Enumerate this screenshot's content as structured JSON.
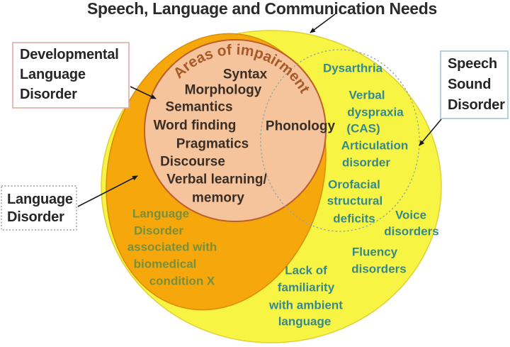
{
  "title": "Speech, Language and Communication Needs",
  "callouts": {
    "dld": {
      "lines": [
        "Developmental",
        "Language",
        "Disorder"
      ]
    },
    "ld": {
      "lines": [
        "Language",
        "Disorder"
      ]
    },
    "ssd": {
      "lines": [
        "Speech",
        "Sound",
        "Disorder"
      ]
    }
  },
  "venn": {
    "areas_heading": "Areas of impairment",
    "impairment_items": [
      "Syntax",
      "Morphology",
      "Semantics",
      "Word finding",
      "Pragmatics",
      "Discourse",
      "Verbal learning/",
      "memory"
    ],
    "phonology": "Phonology",
    "speech_lines": [
      "Dysarthria",
      "Verbal",
      "dyspraxia",
      "(CAS)",
      "Articulation",
      "disorder",
      "Orofacial",
      "structural",
      "deficits",
      "Voice",
      "disorders",
      "Fluency",
      "disorders",
      "Lack of",
      "familiarity",
      "with ambient",
      "language"
    ],
    "biomedical_lines": [
      "Language",
      "Disorder",
      "associated with",
      "biomedical",
      "condition X"
    ]
  },
  "colors": {
    "slcn_fill": "#f8f443",
    "language_disorder_fill": "#f5a70b",
    "dld_fill": "#f5c49c",
    "dld_stroke": "#be5f2a",
    "ssd_dashed_stroke": "#8fa89b",
    "areas_heading_text": "#a85a28",
    "impairment_text": "#3a2e24",
    "speech_text": "#35898c",
    "biomedical_text": "#7a8f3c",
    "dld_box_border": "#e2aba4",
    "ld_box_border": "#9a9a9a",
    "ssd_box_border": "#bacfdc"
  }
}
